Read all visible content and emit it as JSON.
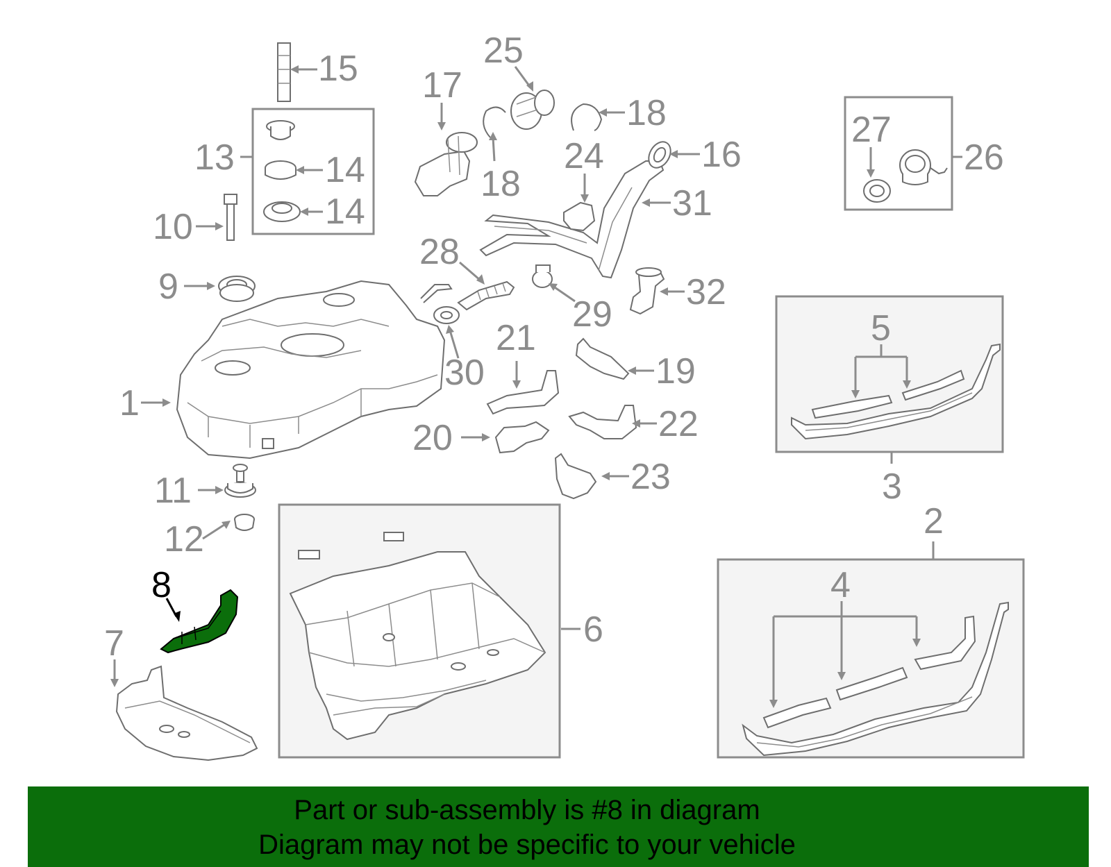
{
  "labels": {
    "l1": "1",
    "l2": "2",
    "l3": "3",
    "l4": "4",
    "l5": "5",
    "l6": "6",
    "l7": "7",
    "l8": "8",
    "l9": "9",
    "l10": "10",
    "l11": "11",
    "l12": "12",
    "l13": "13",
    "l14a": "14",
    "l14b": "14",
    "l15": "15",
    "l16": "16",
    "l17": "17",
    "l18a": "18",
    "l18b": "18",
    "l19": "19",
    "l20": "20",
    "l21": "21",
    "l22": "22",
    "l23": "23",
    "l24": "24",
    "l25": "25",
    "l26": "26",
    "l27": "27",
    "l28": "28",
    "l29": "29",
    "l30": "30",
    "l31": "31",
    "l32": "32"
  },
  "highlight": {
    "part_number": "8",
    "color": "#0b6e0b"
  },
  "banner": {
    "line1": "Part or sub-assembly is #8 in diagram",
    "line2": "Diagram may not be specific to your vehicle",
    "background": "#0b6e0b"
  }
}
